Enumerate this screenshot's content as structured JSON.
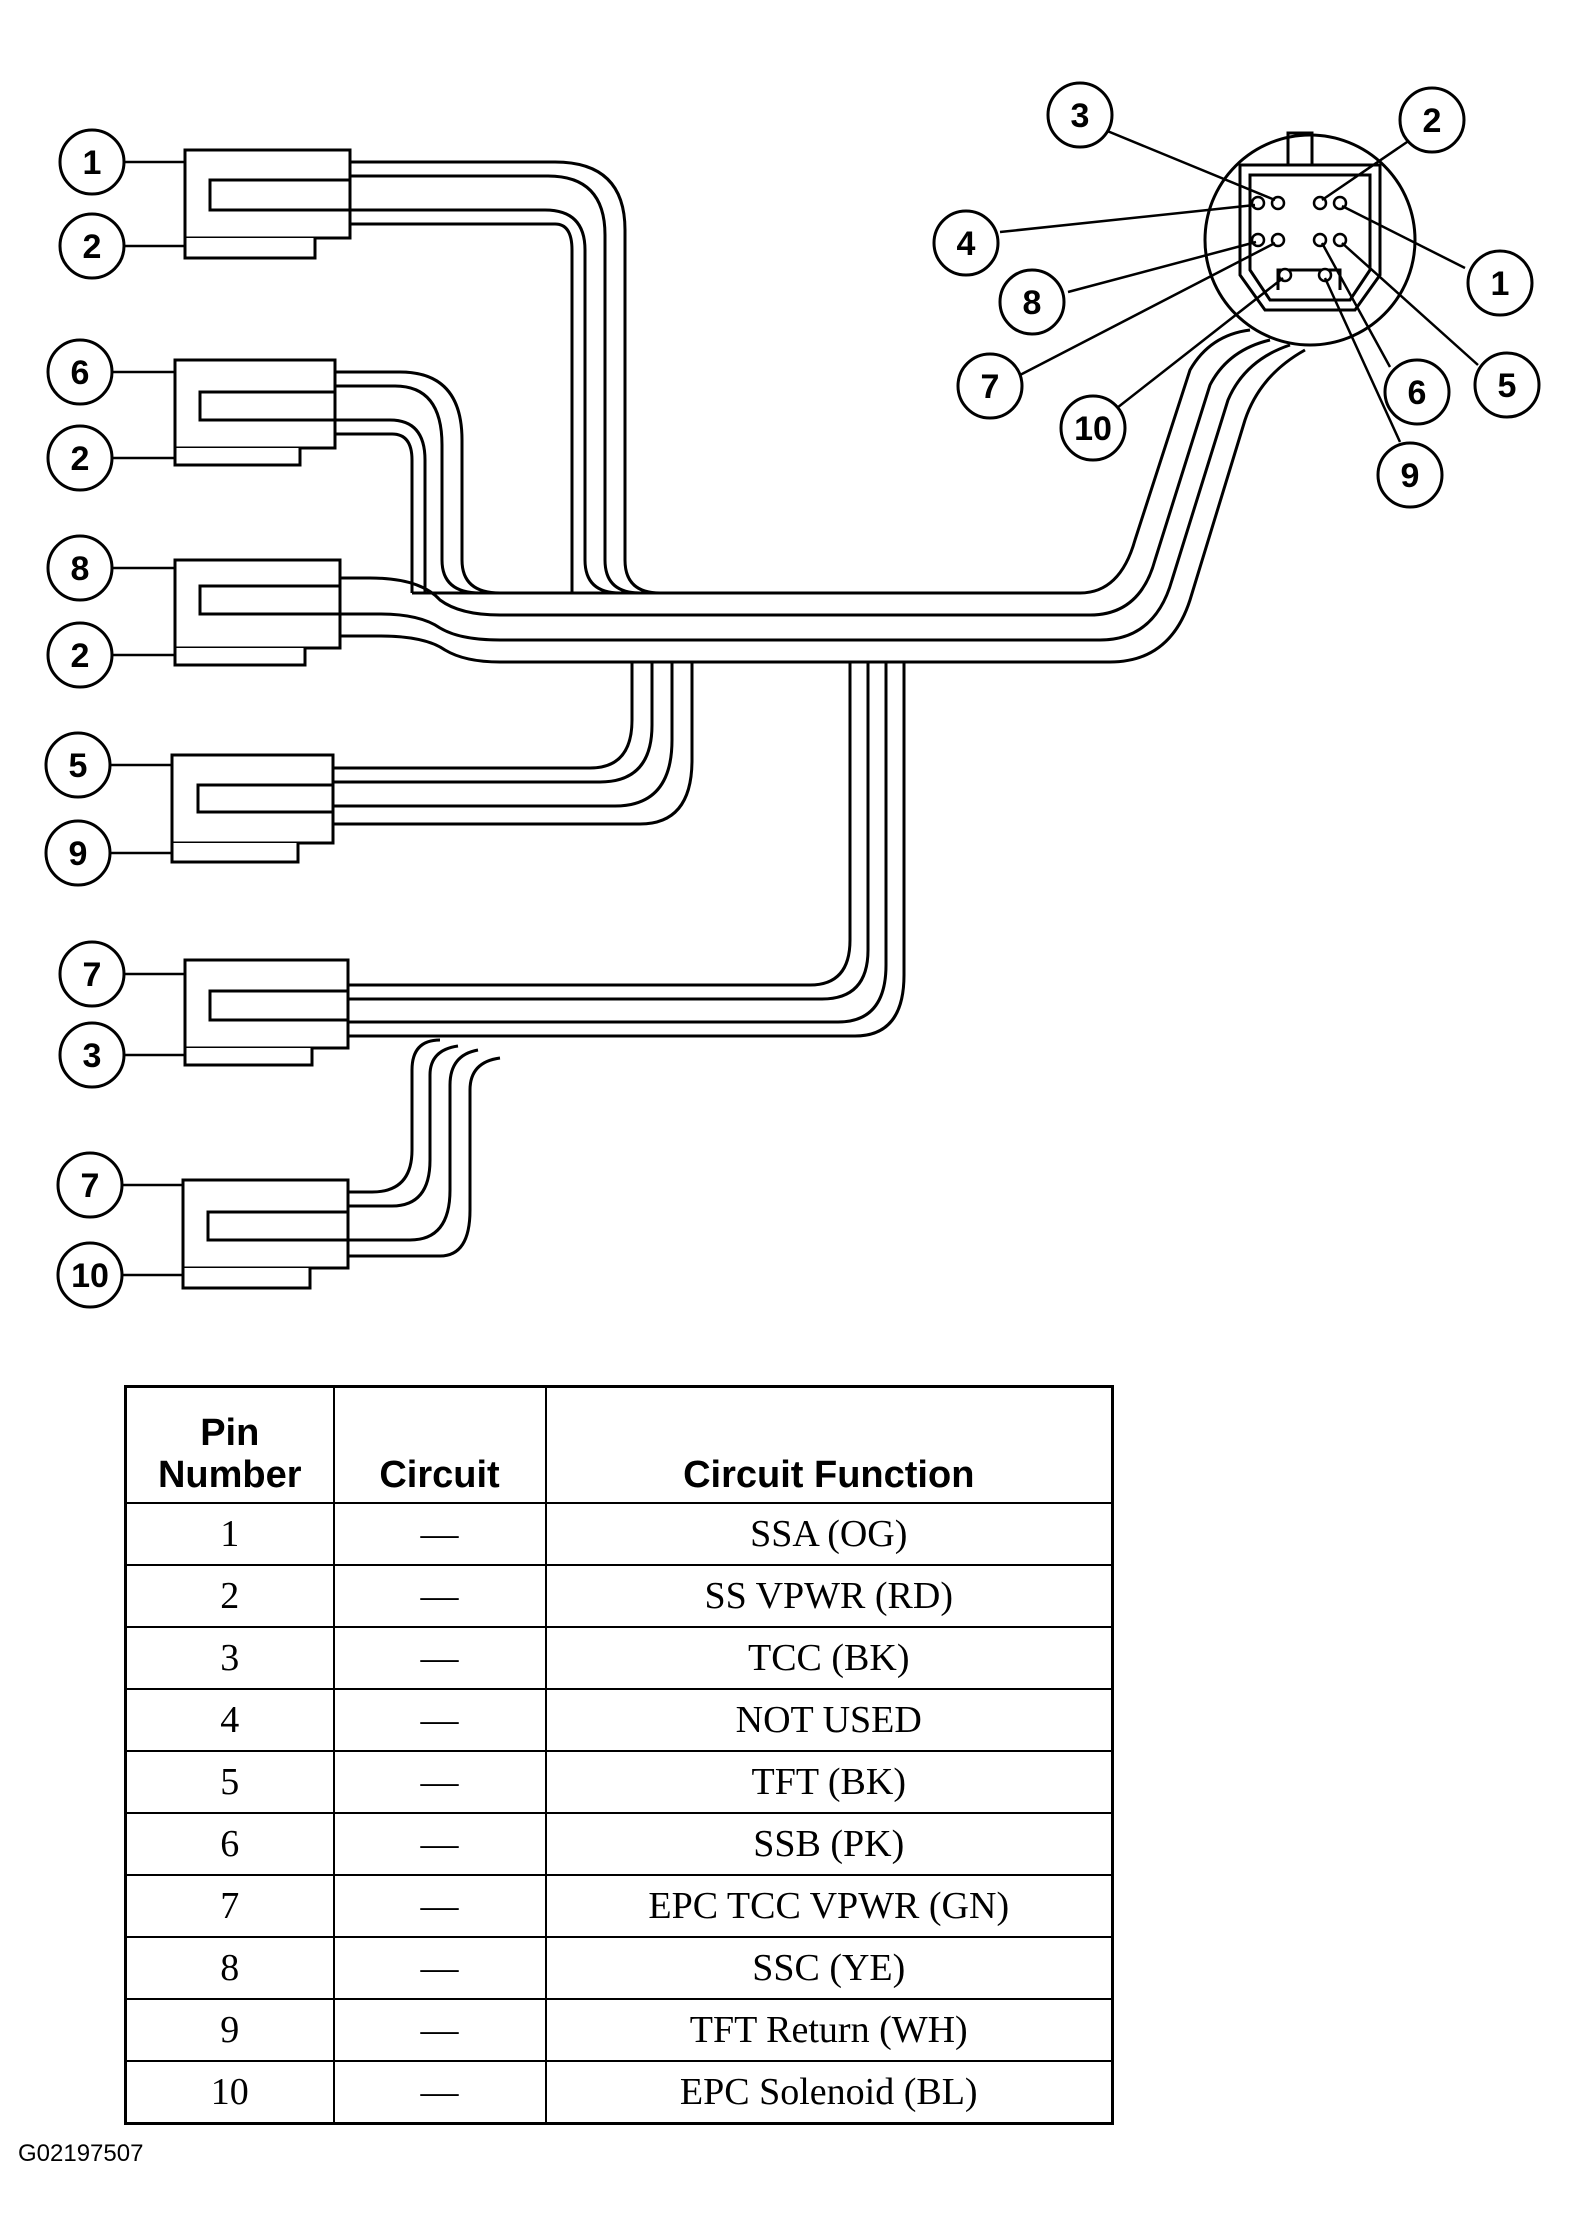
{
  "connector_callouts": {
    "c1": {
      "a": "1",
      "b": "2"
    },
    "c2": {
      "a": "6",
      "b": "2"
    },
    "c3": {
      "a": "8",
      "b": "2"
    },
    "c4": {
      "a": "5",
      "b": "9"
    },
    "c5": {
      "a": "7",
      "b": "3"
    },
    "c6": {
      "a": "7",
      "b": "10"
    }
  },
  "main_connector_callouts": [
    "1",
    "2",
    "3",
    "4",
    "5",
    "6",
    "7",
    "8",
    "9",
    "10"
  ],
  "pin_table": {
    "headers": {
      "pin_number_line1": "Pin",
      "pin_number_line2": "Number",
      "circuit": "Circuit",
      "circuit_function": "Circuit Function"
    },
    "rows": [
      {
        "pin": "1",
        "circuit": "—",
        "function": "SSA (OG)"
      },
      {
        "pin": "2",
        "circuit": "—",
        "function": "SS VPWR (RD)"
      },
      {
        "pin": "3",
        "circuit": "—",
        "function": "TCC (BK)"
      },
      {
        "pin": "4",
        "circuit": "—",
        "function": "NOT USED"
      },
      {
        "pin": "5",
        "circuit": "—",
        "function": "TFT (BK)"
      },
      {
        "pin": "6",
        "circuit": "—",
        "function": "SSB (PK)"
      },
      {
        "pin": "7",
        "circuit": "—",
        "function": "EPC TCC VPWR (GN)"
      },
      {
        "pin": "8",
        "circuit": "—",
        "function": "SSC (YE)"
      },
      {
        "pin": "9",
        "circuit": "—",
        "function": "TFT Return (WH)"
      },
      {
        "pin": "10",
        "circuit": "—",
        "function": "EPC Solenoid (BL)"
      }
    ]
  },
  "figure_code": "G02197507"
}
